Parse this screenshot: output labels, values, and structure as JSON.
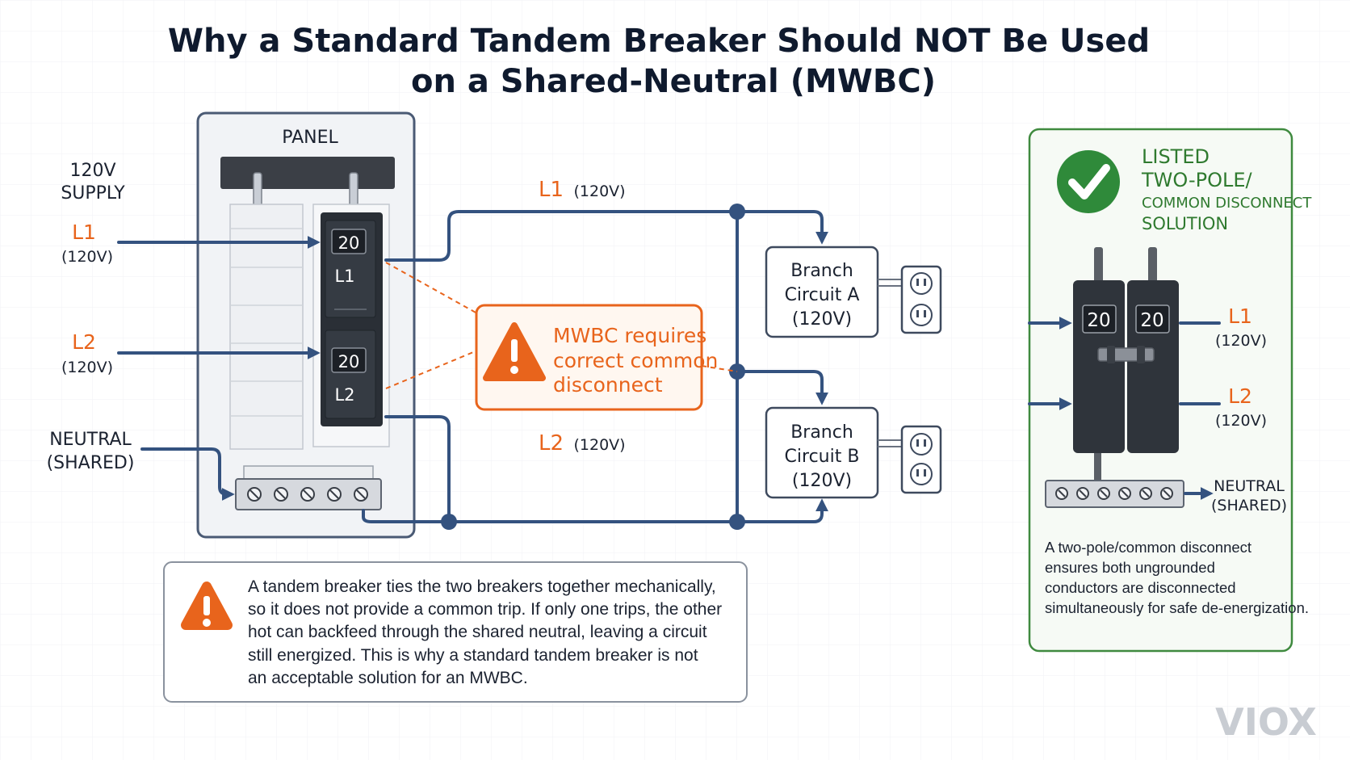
{
  "title": {
    "line1": "Why a Standard Tandem Breaker Should NOT Be Used",
    "line2": "on a Shared-Neutral (MWBC)"
  },
  "supply": {
    "line1": "120V",
    "line2": "SUPPLY",
    "l1": "L1",
    "l1_v": "(120V)",
    "l2": "L2",
    "l2_v": "(120V)",
    "neutral1": "NEUTRAL",
    "neutral2": "(SHARED)"
  },
  "panel": {
    "label": "PANEL",
    "breaker_top_rating": "20",
    "breaker_top_label": "L1",
    "breaker_bottom_rating": "20",
    "breaker_bottom_label": "L2"
  },
  "wires": {
    "l1": "L1",
    "l1_v": "(120V)",
    "l2": "L2",
    "l2_v": "(120V)"
  },
  "warning_callout": {
    "line1": "MWBC requires",
    "line2": "correct common",
    "line3": "disconnect"
  },
  "branch_a": {
    "line1": "Branch",
    "line2": "Circuit A",
    "line3": "(120V)"
  },
  "branch_b": {
    "line1": "Branch",
    "line2": "Circuit B",
    "line3": "(120V)"
  },
  "note": {
    "line1": "A tandem breaker ties the two breakers together mechanically,",
    "line2": "so it does not provide a common trip. If only one trips, the other",
    "line3": "hot can backfeed through the shared neutral, leaving a circuit",
    "line4": "still energized. This is why a standard tandem breaker is not",
    "line5": "an acceptable solution for an MWBC."
  },
  "solution": {
    "title1": "LISTED",
    "title2": "TWO-POLE/",
    "title3": "COMMON DISCONNECT",
    "title4": "SOLUTION",
    "rating_left": "20",
    "rating_right": "20",
    "l1": "L1",
    "l1_v": "(120V)",
    "l2": "L2",
    "l2_v": "(120V)",
    "neutral1": "NEUTRAL",
    "neutral2": "(SHARED)",
    "desc1": "A two-pole/common disconnect",
    "desc2": "ensures both ungrounded",
    "desc3": "conductors are disconnected",
    "desc4": "simultaneously for safe de-energization."
  },
  "watermark": "VIOX",
  "colors": {
    "wire": "#34527f",
    "warning_orange": "#e8641c",
    "solution_green": "#2f7a2f",
    "breaker_dark": "#2a2f36"
  },
  "icons": [
    "warning-triangle-icon",
    "check-circle-icon",
    "outlet-icon",
    "arrow-icon"
  ]
}
